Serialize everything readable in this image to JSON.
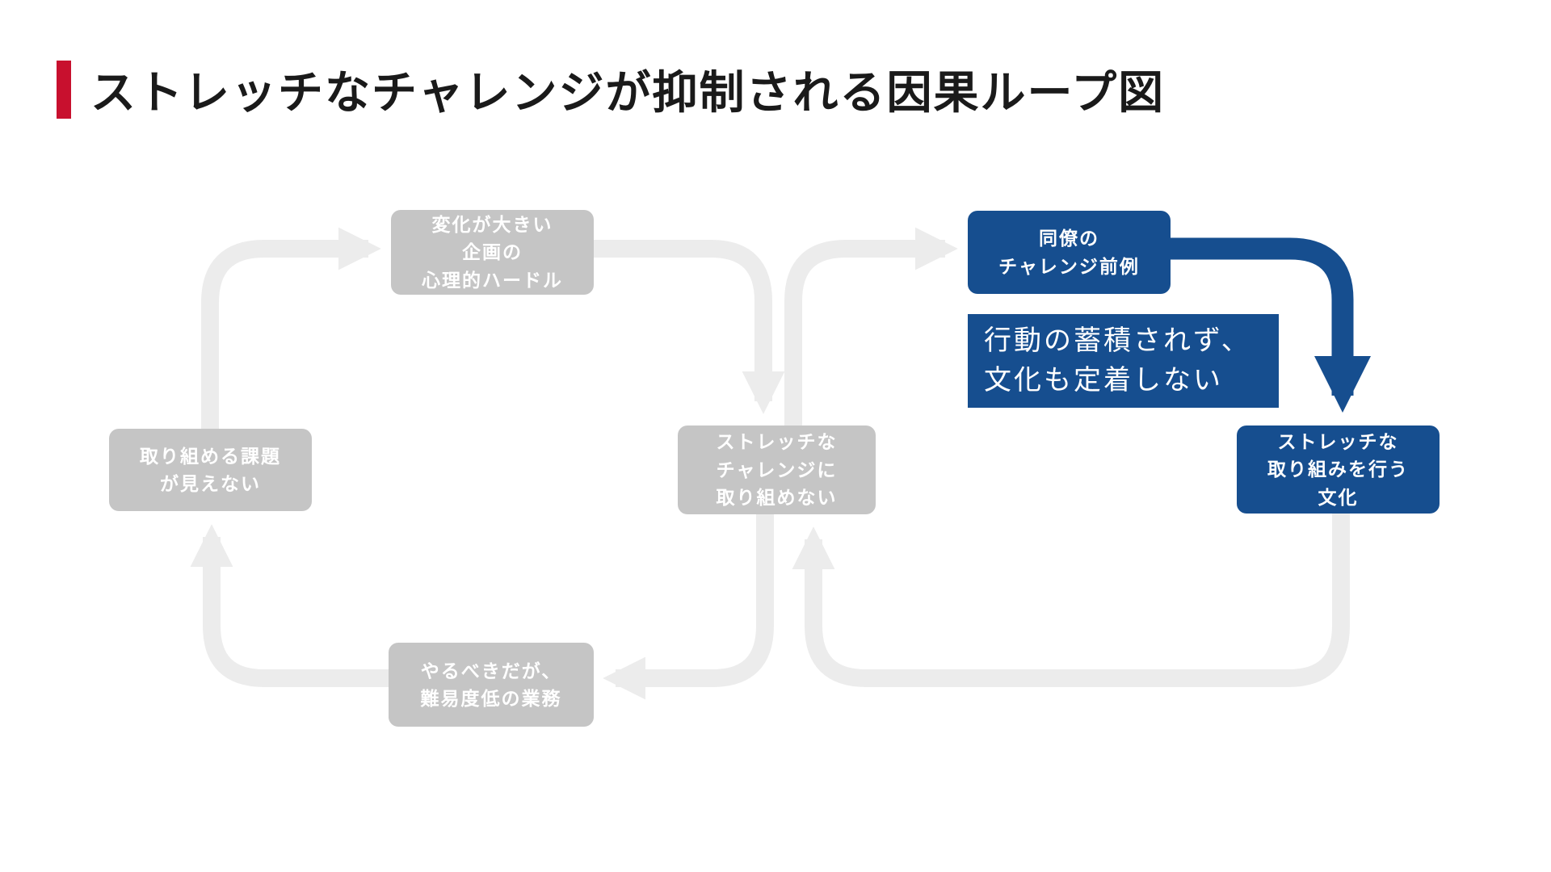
{
  "title": {
    "text": "ストレッチなチャレンジが抑制される因果ループ図"
  },
  "colors": {
    "accent_red": "#c8102e",
    "box_gray": "#c5c5c5",
    "arrow_gray": "#ececec",
    "brand_blue": "#164e8f",
    "title_text": "#1a1a1a",
    "node_text": "#ffffff"
  },
  "diagram": {
    "nodes": [
      {
        "id": "change-hurdle",
        "style": "gray",
        "lines": [
          "変化が大きい",
          "企画の",
          "心理的ハードル"
        ]
      },
      {
        "id": "no-visible-tasks",
        "style": "gray",
        "lines": [
          "取り組める課題",
          "が見えない"
        ]
      },
      {
        "id": "cannot-stretch",
        "style": "gray",
        "lines": [
          "ストレッチな",
          "チャレンジに",
          "取り組めない"
        ]
      },
      {
        "id": "low-difficulty-work",
        "style": "gray",
        "lines": [
          "やるべきだが、",
          "難易度低の業務"
        ]
      },
      {
        "id": "peer-precedent",
        "style": "blue",
        "lines": [
          "同僚の",
          "チャレンジ前例"
        ]
      },
      {
        "id": "stretch-culture",
        "style": "blue",
        "lines": [
          "ストレッチな",
          "取り組みを行う",
          "文化"
        ]
      }
    ],
    "annotation": {
      "lines": [
        "行動の蓄積されず、",
        "文化も定着しない"
      ]
    },
    "edges": [
      {
        "from": "no-visible-tasks",
        "to": "change-hurdle",
        "style": "gray"
      },
      {
        "from": "change-hurdle",
        "to": "cannot-stretch",
        "style": "gray"
      },
      {
        "from": "cannot-stretch",
        "to": "peer-precedent",
        "style": "gray"
      },
      {
        "from": "peer-precedent",
        "to": "stretch-culture",
        "style": "blue"
      },
      {
        "from": "stretch-culture",
        "to": "cannot-stretch",
        "style": "gray"
      },
      {
        "from": "cannot-stretch",
        "to": "low-difficulty-work",
        "style": "gray"
      },
      {
        "from": "low-difficulty-work",
        "to": "no-visible-tasks",
        "style": "gray"
      }
    ]
  }
}
